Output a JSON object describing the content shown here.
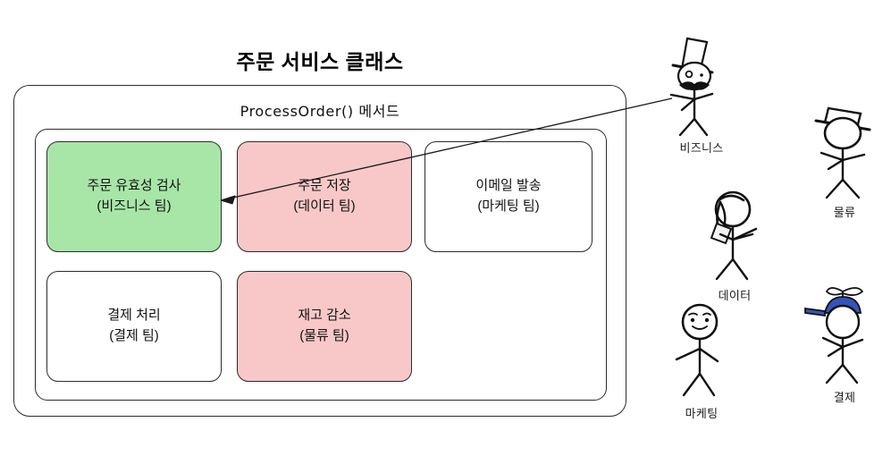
{
  "diagram": {
    "title": "주문 서비스 클래스",
    "method_label": "ProcessOrder() 메서드"
  },
  "steps": [
    {
      "id": "validate",
      "line1": "주문 유효성 검사",
      "line2": "(비즈니스 팀)",
      "fill": "#a8e6a8",
      "team": "비즈니스"
    },
    {
      "id": "save",
      "line1": "주문 저장",
      "line2": "(데이터 팀)",
      "fill": "#f8c8c8",
      "team": "데이터"
    },
    {
      "id": "email",
      "line1": "이메일 발송",
      "line2": "(마케팅 팀)",
      "fill": "#ffffff",
      "team": "마케팅"
    },
    {
      "id": "payment",
      "line1": "결제 처리",
      "line2": "(결제 팀)",
      "fill": "#ffffff",
      "team": "결제"
    },
    {
      "id": "stock",
      "line1": "재고 감소",
      "line2": "(물류 팀)",
      "fill": "#f8c8c8",
      "team": "물류"
    }
  ],
  "actors": [
    {
      "id": "business",
      "label": "비즈니스",
      "icon": "stick-figure-tophat-moustache-icon"
    },
    {
      "id": "logistics",
      "label": "물류",
      "icon": "stick-figure-flathat-icon"
    },
    {
      "id": "data",
      "label": "데이터",
      "icon": "stick-figure-ponytail-icon"
    },
    {
      "id": "marketing",
      "label": "마케팅",
      "icon": "stick-figure-smiling-icon"
    },
    {
      "id": "payment",
      "label": "결제",
      "icon": "stick-figure-propeller-cap-icon"
    }
  ],
  "connector": {
    "id": "business-to-validate",
    "from_actor": "비즈니스",
    "to_step": "주문 유효성 검사",
    "style": "arrow"
  },
  "colors": {
    "green_fill": "#a8e6a8",
    "pink_fill": "#f8c8c8",
    "white_fill": "#ffffff",
    "stroke": "#2b2b2b",
    "cap_blue": "#3355bb"
  }
}
